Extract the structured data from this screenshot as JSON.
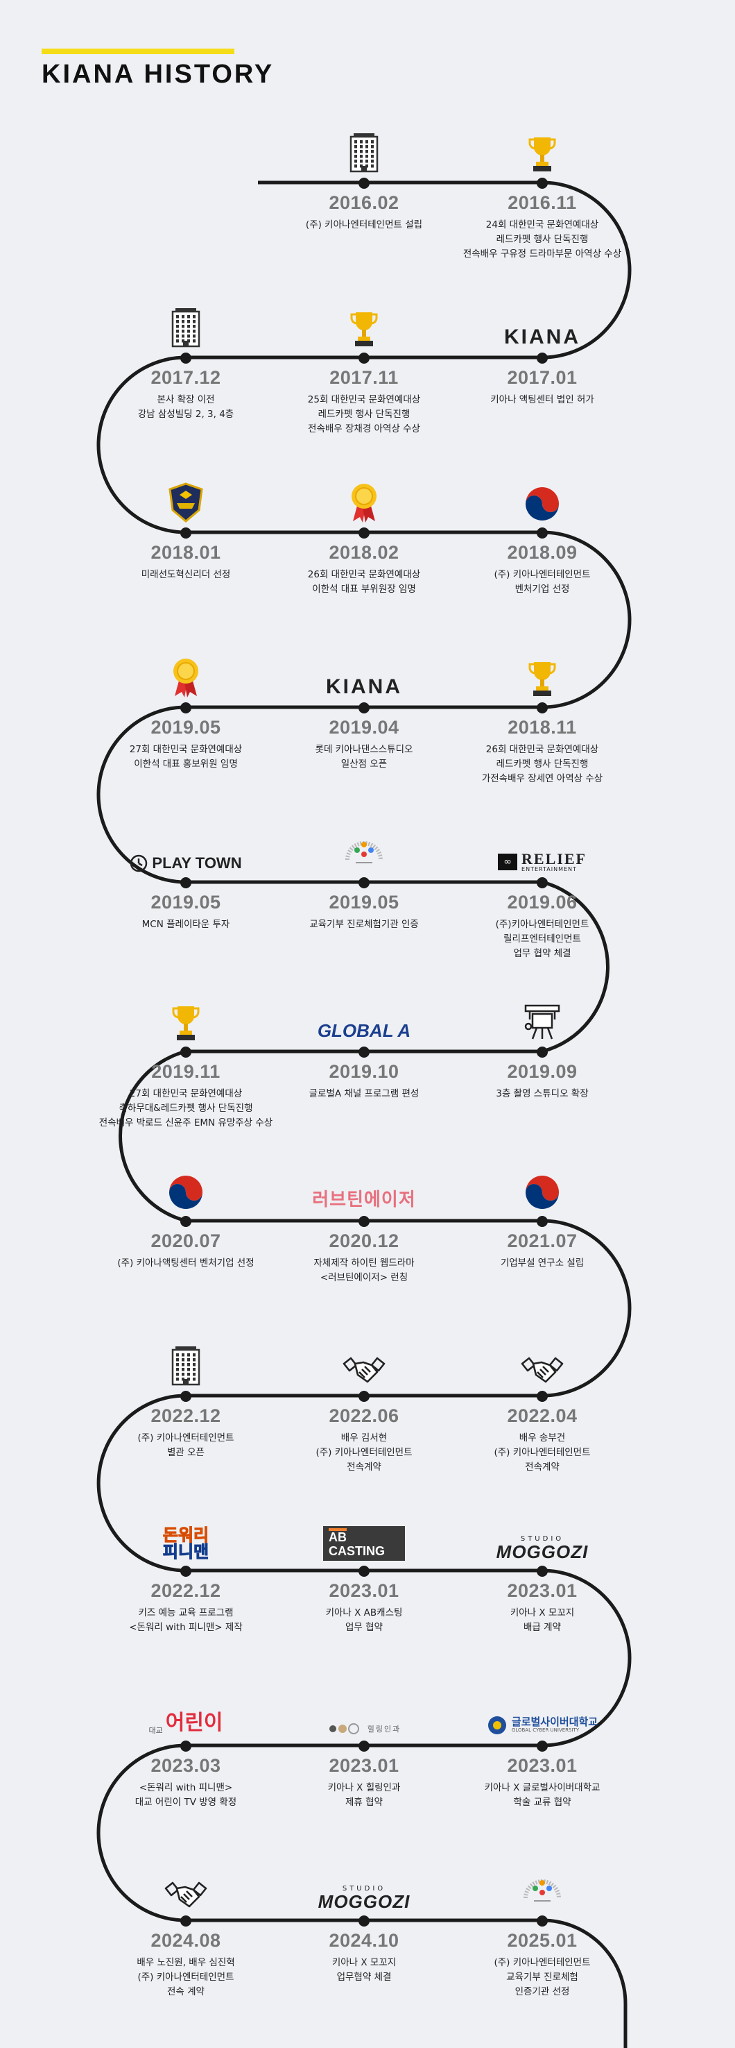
{
  "page": {
    "title": "KIANA HISTORY"
  },
  "logos": {
    "kiana": "KIANA",
    "playtown": "PLAY TOWN",
    "relief": "RELIEF",
    "relief_sub": "ENTERTAINMENT",
    "global": "GLOBAL A",
    "lovetin": "러브틴에이저",
    "ab": "AB",
    "ab_sub": "CASTING",
    "studio": "STUDIO",
    "moggozi": "MOGGOZI",
    "donuri": "돈워리",
    "pinyman": "피니맨",
    "daegyo": "대교",
    "eorini": "어린이",
    "healing": "힐링인과",
    "cyber": "글로벌사이버대학교",
    "cyber_sub": "GLOBAL CYBER UNIVERSITY"
  },
  "events": [
    {
      "date": "2016.02",
      "desc": "(주) 키아나엔터테인먼트 설립",
      "icon": "building-icon"
    },
    {
      "date": "2016.11",
      "desc": "24회 대한민국 문화연예대상\n레드카펫 행사 단독진행\n전속배우 구유정 드라마부문 아역상 수상",
      "icon": "trophy-icon"
    },
    {
      "date": "2017.12",
      "desc": "본사 확장 이전\n강남 삼성빌딩 2, 3, 4층",
      "icon": "building-icon"
    },
    {
      "date": "2017.11",
      "desc": "25회 대한민국 문화연예대상\n레드카펫 행사 단독진행\n전속배우 장채경 아역상 수상",
      "icon": "trophy-icon"
    },
    {
      "date": "2017.01",
      "desc": "키아나 액팅센터 법인 허가",
      "icon": "kiana-logo"
    },
    {
      "date": "2018.01",
      "desc": "미래선도혁신리더 선정",
      "icon": "shield-badge-icon"
    },
    {
      "date": "2018.02",
      "desc": "26회 대한민국 문화연예대상\n이한석 대표 부위원장 임명",
      "icon": "medal-icon"
    },
    {
      "date": "2018.09",
      "desc": "(주) 키아나엔터테인먼트\n벤처기업 선정",
      "icon": "taegeuk-icon"
    },
    {
      "date": "2019.05",
      "desc": "27회 대한민국 문화연예대상\n이한석 대표 홍보위원 임명",
      "icon": "medal-icon"
    },
    {
      "date": "2019.04",
      "desc": "롯데 키아나댄스스튜디오\n일산점 오픈",
      "icon": "kiana-logo"
    },
    {
      "date": "2018.11",
      "desc": "26회 대한민국 문화연예대상\n레드카펫 행사 단독진행\n가전속배우 장세연 아역상 수상",
      "icon": "trophy-icon"
    },
    {
      "date": "2019.05",
      "desc": "MCN 플레이타운 투자",
      "icon": "playtown-logo"
    },
    {
      "date": "2019.05",
      "desc": "교육기부 진로체험기관 인증",
      "icon": "edu-cert-icon"
    },
    {
      "date": "2019.06",
      "desc": "(주)키아나엔터테인먼트\n릴리프엔터테인먼트\n업무 협약 체결",
      "icon": "relief-logo"
    },
    {
      "date": "2019.11",
      "desc": "27회 대한민국 문화연예대상\n축하무대&레드카펫 행사 단독진행\n전속배우 박로드 신윤주 EMN 유망주상 수상",
      "icon": "trophy-icon"
    },
    {
      "date": "2019.10",
      "desc": "글로벌A 채널 프로그램 편성",
      "icon": "global-a-logo"
    },
    {
      "date": "2019.09",
      "desc": "3층 촬영 스튜디오 확장",
      "icon": "studio-icon"
    },
    {
      "date": "2020.07",
      "desc": "(주) 키아나액팅센터 벤처기업 선정",
      "icon": "taegeuk-icon"
    },
    {
      "date": "2020.12",
      "desc": "자체제작 하이틴 웹드라마\n<러브틴에이저> 런칭",
      "icon": "lovetin-logo"
    },
    {
      "date": "2021.07",
      "desc": "기업부설 연구소 설립",
      "icon": "taegeuk-icon"
    },
    {
      "date": "2022.12",
      "desc": "(주) 키아나엔터테인먼트\n별관 오픈",
      "icon": "building-icon"
    },
    {
      "date": "2022.06",
      "desc": "배우 김서현\n(주) 키아나엔터테인먼트\n전속계약",
      "icon": "handshake-icon"
    },
    {
      "date": "2022.04",
      "desc": "배우 송부건\n(주) 키아나엔터테인먼트\n전속계약",
      "icon": "handshake-icon"
    },
    {
      "date": "2022.12",
      "desc": "키즈 예능 교육 프로그램\n<돈워리 with 피니맨> 제작",
      "icon": "donuri-logo"
    },
    {
      "date": "2023.01",
      "desc": "키아나 X AB캐스팅\n업무 협약",
      "icon": "ab-casting-logo"
    },
    {
      "date": "2023.01",
      "desc": "키아나 X 모꼬지\n배급 계약",
      "icon": "moggozi-logo"
    },
    {
      "date": "2023.03",
      "desc": "<돈워리 with 피니맨>\n대교 어린이 TV 방영 확정",
      "icon": "daegyo-logo"
    },
    {
      "date": "2023.01",
      "desc": "키아나 X 힐링인과\n제휴 협약",
      "icon": "healing-logo"
    },
    {
      "date": "2023.01",
      "desc": "키아나 X 글로벌사이버대학교\n학술 교류 협약",
      "icon": "cyber-univ-logo"
    },
    {
      "date": "2024.08",
      "desc": "배우 노진원, 배우 심진혁\n(주) 키아나엔터테인먼트\n전속 계약",
      "icon": "handshake-icon"
    },
    {
      "date": "2024.10",
      "desc": "키아나 X 모꼬지\n업무협약 체결",
      "icon": "moggozi-logo"
    },
    {
      "date": "2025.01",
      "desc": "(주) 키아나엔터테인먼트\n교육기부 진로체험\n인증기관 선정",
      "icon": "edu-cert-icon"
    }
  ]
}
